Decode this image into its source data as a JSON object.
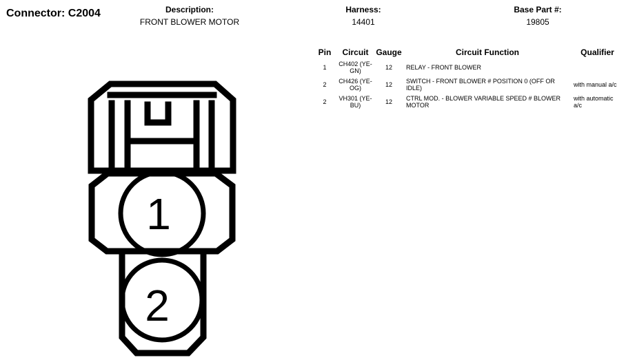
{
  "connector": {
    "title": "Connector: C2004"
  },
  "header": {
    "description_label": "Description:",
    "description_value": "FRONT BLOWER MOTOR",
    "harness_label": "Harness:",
    "harness_value": "14401",
    "base_part_label": "Base Part #:",
    "base_part_value": "19805"
  },
  "table": {
    "columns": [
      "Pin",
      "Circuit",
      "Gauge",
      "Circuit Function",
      "Qualifier"
    ],
    "rows": [
      {
        "pin": "1",
        "circuit": "CH402 (YE-GN)",
        "gauge": "12",
        "function": "RELAY - FRONT BLOWER",
        "qualifier": ""
      },
      {
        "pin": "2",
        "circuit": "CH426 (YE-OG)",
        "gauge": "12",
        "function": "SWITCH - FRONT BLOWER # POSITION 0 (OFF OR IDLE)",
        "qualifier": "with manual a/c"
      },
      {
        "pin": "2",
        "circuit": "VH301 (YE-BU)",
        "gauge": "12",
        "function": "CTRL MOD. - BLOWER VARIABLE SPEED # BLOWER MOTOR",
        "qualifier": "with automatic a/c"
      }
    ]
  },
  "diagram": {
    "pin_labels": [
      "1",
      "2"
    ],
    "stroke_color": "#000000"
  }
}
